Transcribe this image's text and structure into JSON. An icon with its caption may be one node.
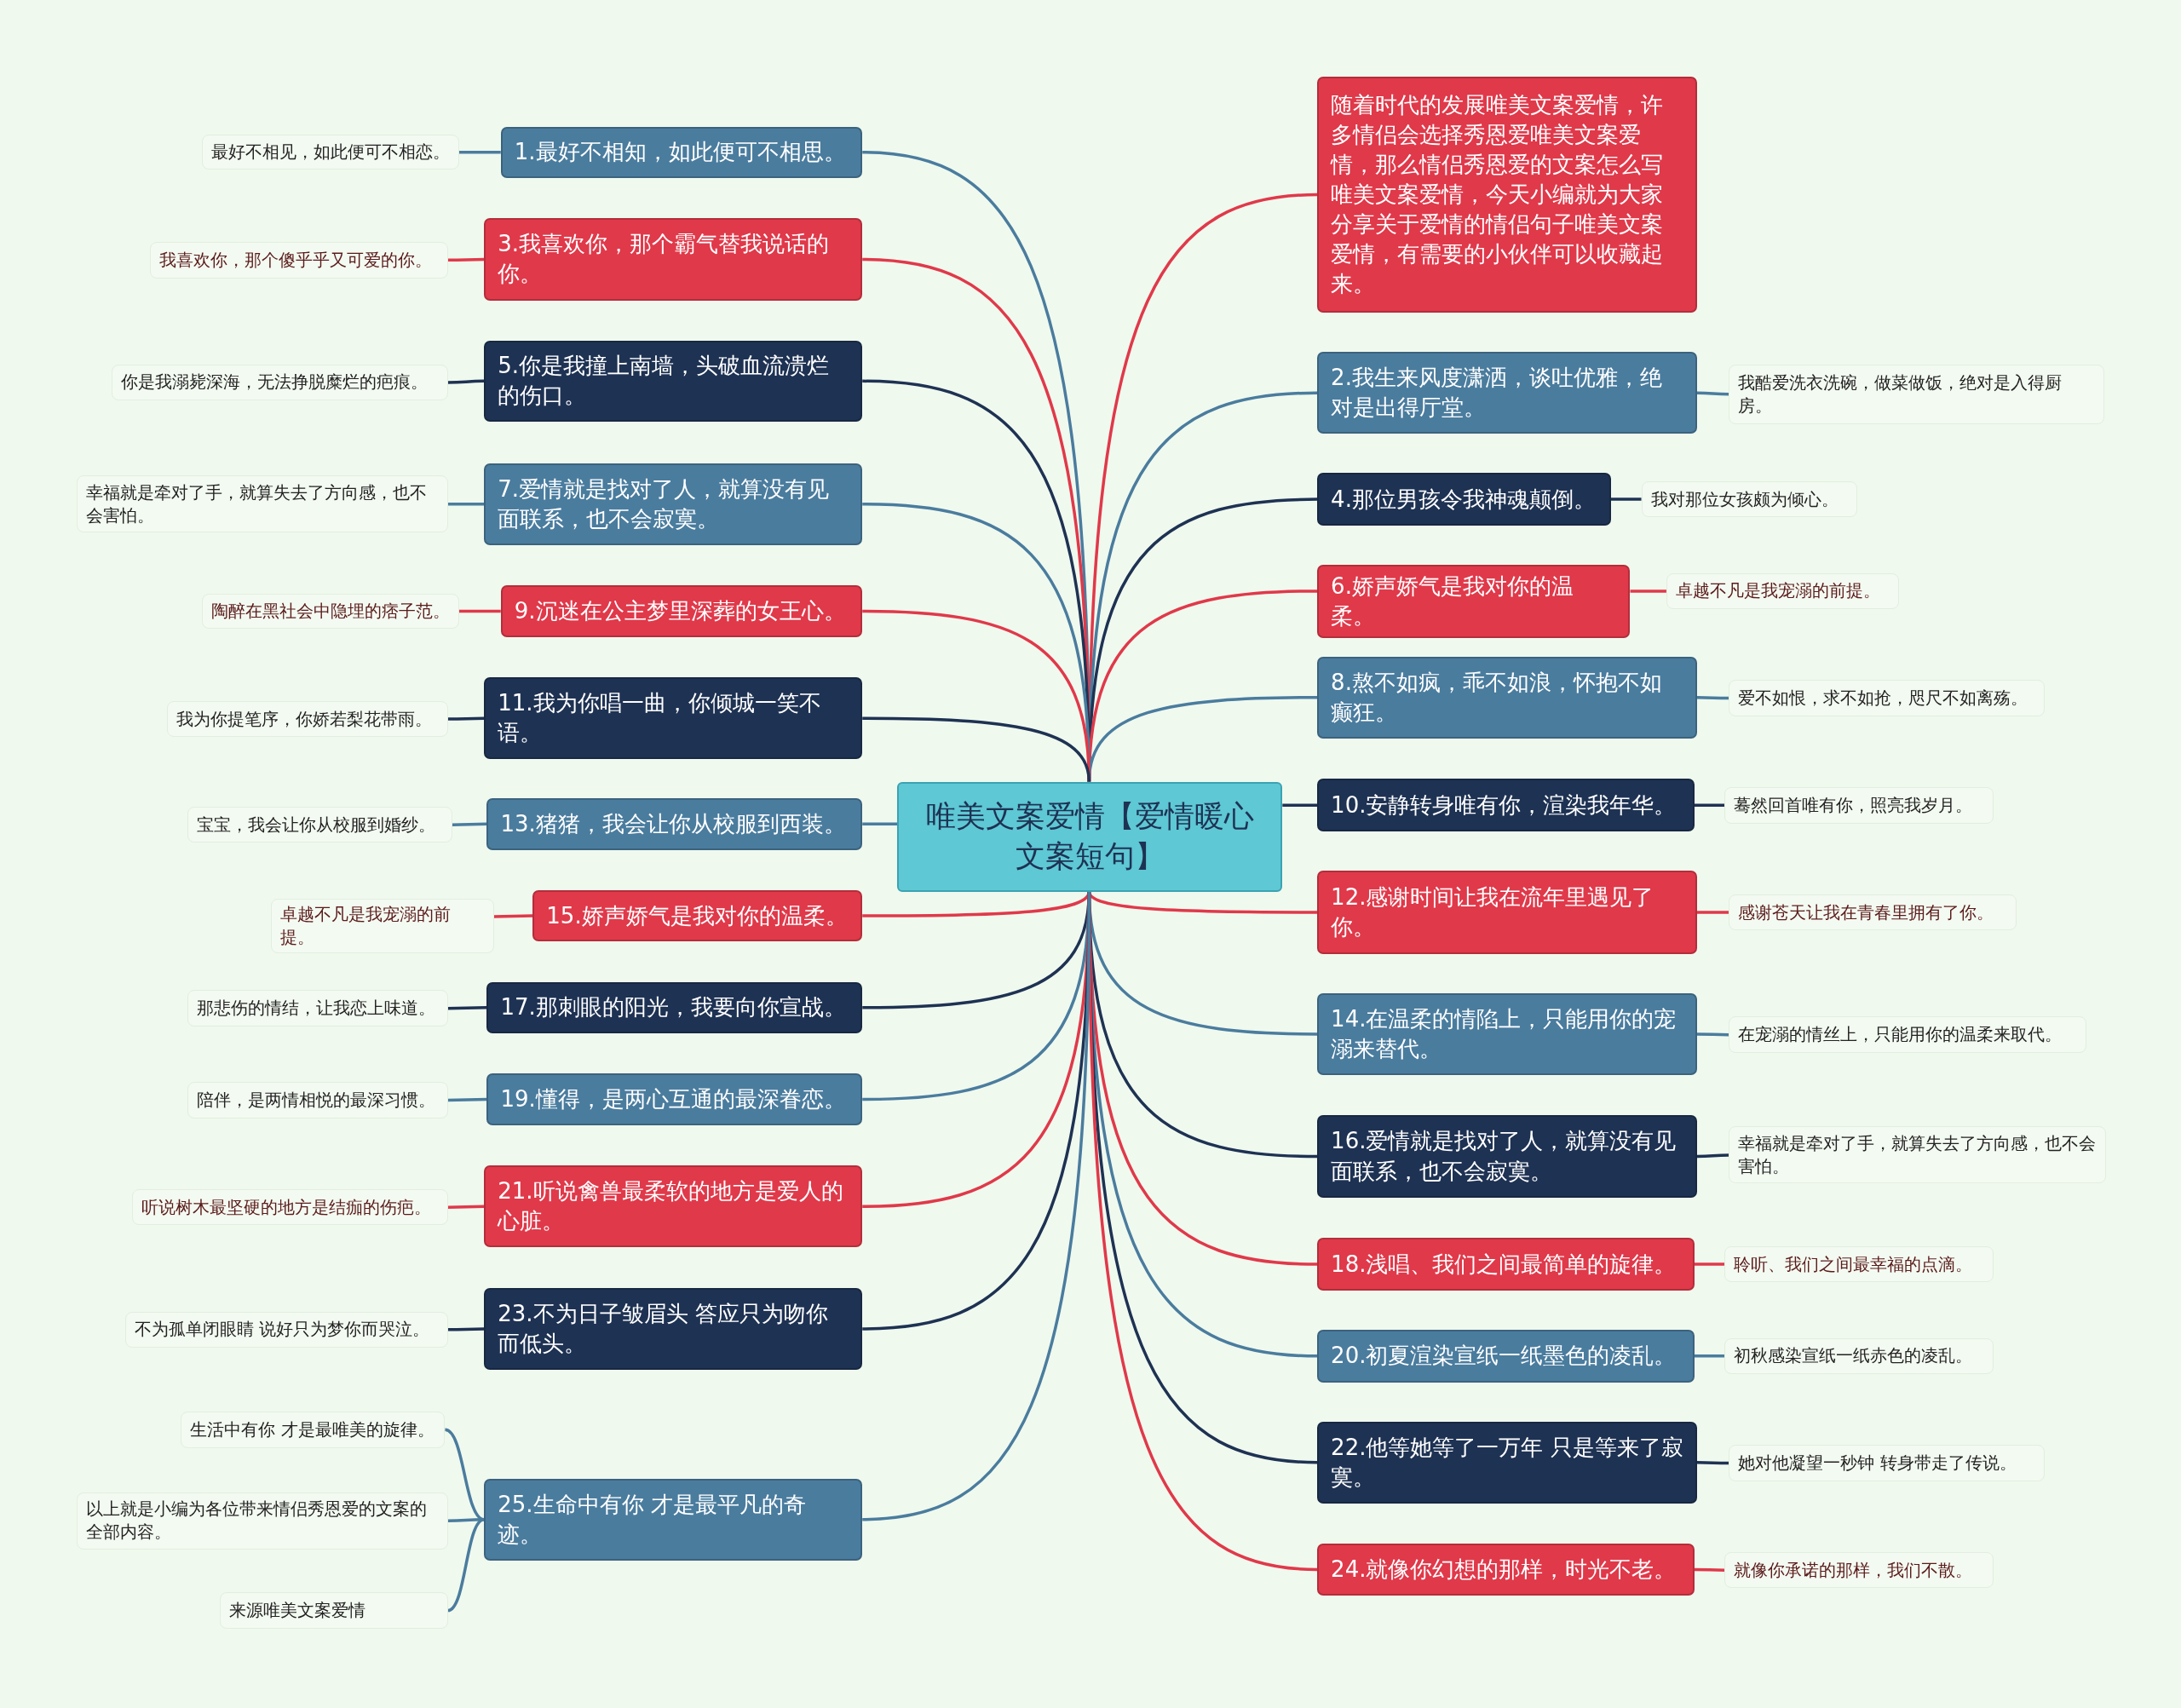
{
  "diagram": {
    "nodes": [
      {
        "text": [
          "唯美文案爱情【爱情暖心文案短句】"
        ]
      },
      {
        "text": [
          "随着时代的发展唯美文案爱情，许多情侣会选择秀恩爱唯美文案爱情，那么情侣秀恩爱的文案怎么写唯美文案爱情，今天小编就为大家分享关于爱情的情侣句子唯美文案爱情，有需要的小伙伴可以收藏起来。"
        ]
      },
      {
        "text": [
          "1.最好不相知，如此便可不相思。"
        ]
      },
      {
        "text": [
          "最好不相见，如此便可不相恋。"
        ]
      },
      {
        "text": [
          "2.我生来风度潇洒，谈吐优雅，绝对是出得厅堂。"
        ]
      },
      {
        "text": [
          "我酷爱洗衣洗碗，做菜做饭，绝对是入得厨房。"
        ]
      },
      {
        "text": [
          "3.我喜欢你，那个霸气替我说话的你。"
        ]
      },
      {
        "text": [
          "我喜欢你，那个傻乎乎又可爱的你。"
        ]
      },
      {
        "text": [
          "4.那位男孩令我神魂颠倒。"
        ]
      },
      {
        "text": [
          "我对那位女孩颇为倾心。"
        ]
      },
      {
        "text": [
          "5.你是我撞上南墙，头破血流溃烂的伤口。"
        ]
      },
      {
        "text": [
          "你是我溺毙深海，无法挣脱糜烂的疤痕。"
        ]
      },
      {
        "text": [
          "6.娇声娇气是我对你的温柔。"
        ]
      },
      {
        "text": [
          "卓越不凡是我宠溺的前提。"
        ]
      },
      {
        "text": [
          "7.爱情就是找对了人，就算没有见面联系，也不会寂寞。"
        ]
      },
      {
        "text": [
          "幸福就是牵对了手，就算失去了方向感，也不会害怕。"
        ]
      },
      {
        "text": [
          "8.熬不如疯，乖不如浪，怀抱不如癫狂。"
        ]
      },
      {
        "text": [
          "爱不如恨，求不如抢，咫尺不如离殇。"
        ]
      },
      {
        "text": [
          "9.沉迷在公主梦里深葬的女王心。"
        ]
      },
      {
        "text": [
          "陶醉在黑社会中隐埋的痞子范。"
        ]
      },
      {
        "text": [
          "10.安静转身唯有你，渲染我年华。"
        ]
      },
      {
        "text": [
          "蓦然回首唯有你，照亮我岁月。"
        ]
      },
      {
        "text": [
          "11.我为你唱一曲，你倾城一笑不语。"
        ]
      },
      {
        "text": [
          "我为你提笔序，你娇若梨花带雨。"
        ]
      },
      {
        "text": [
          "12.感谢时间让我在流年里遇见了你。"
        ]
      },
      {
        "text": [
          "感谢苍天让我在青春里拥有了你。"
        ]
      },
      {
        "text": [
          "13.猪猪，我会让你从校服到西装。"
        ]
      },
      {
        "text": [
          "宝宝，我会让你从校服到婚纱。"
        ]
      },
      {
        "text": [
          "14.在温柔的情陷上，只能用你的宠溺来替代。"
        ]
      },
      {
        "text": [
          "在宠溺的情丝上，只能用你的温柔来取代。"
        ]
      },
      {
        "text": [
          "15.娇声娇气是我对你的温柔。"
        ]
      },
      {
        "text": [
          "卓越不凡是我宠溺的前提。"
        ]
      },
      {
        "text": [
          "16.爱情就是找对了人，就算没有见面联系，也不会寂寞。"
        ]
      },
      {
        "text": [
          "幸福就是牵对了手，就算失去了方向感，也不会害怕。"
        ]
      },
      {
        "text": [
          "17.那刺眼的阳光，我要向你宣战。"
        ]
      },
      {
        "text": [
          "那悲伤的情结，让我恋上味道。"
        ]
      },
      {
        "text": [
          "18.浅唱、我们之间最简单的旋律。"
        ]
      },
      {
        "text": [
          "聆听、我们之间最幸福的点滴。"
        ]
      },
      {
        "text": [
          "19.懂得，是两心互通的最深眷恋。"
        ]
      },
      {
        "text": [
          "陪伴，是两情相悦的最深习惯。"
        ]
      },
      {
        "text": [
          "20.初夏渲染宣纸一纸墨色的凌乱。"
        ]
      },
      {
        "text": [
          "初秋感染宣纸一纸赤色的凌乱。"
        ]
      },
      {
        "text": [
          "21.听说禽兽最柔软的地方是爱人的心脏。"
        ]
      },
      {
        "text": [
          "听说树木最坚硬的地方是结痂的伤疤。"
        ]
      },
      {
        "text": [
          "22.他等她等了一万年 只是等来了寂寞。"
        ]
      },
      {
        "text": [
          "她对他凝望一秒钟 转身带走了传说。"
        ]
      },
      {
        "text": [
          "23.不为日子皱眉头 答应只为吻你而低头。"
        ]
      },
      {
        "text": [
          "不为孤单闭眼睛 说好只为梦你而哭泣。"
        ]
      },
      {
        "text": [
          "24.就像你幻想的那样，时光不老。"
        ]
      },
      {
        "text": [
          "就像你承诺的那样，我们不散。"
        ]
      },
      {
        "text": [
          "25.生命中有你 才是最平凡的奇迹。"
        ]
      },
      {
        "text": [
          "生活中有你 才是最唯美的旋律。"
        ]
      },
      {
        "text": [
          "以上就是小编为各位带来情侣秀恩爱的文案的全部内容。"
        ]
      },
      {
        "text": [
          "来源唯美文案爱情"
        ]
      }
    ],
    "edges": [
      {
        "from": 0,
        "to": 1,
        "arrow": "none",
        "color": "#e0394a"
      },
      {
        "from": 0,
        "to": 2,
        "arrow": "none",
        "color": "#4a7c9e"
      },
      {
        "from": 2,
        "to": 3,
        "arrow": "none",
        "color": "#4a7c9e"
      },
      {
        "from": 0,
        "to": 4,
        "arrow": "none",
        "color": "#4a7c9e"
      },
      {
        "from": 4,
        "to": 5,
        "arrow": "none",
        "color": "#4a7c9e"
      },
      {
        "from": 0,
        "to": 6,
        "arrow": "none",
        "color": "#e0394a"
      },
      {
        "from": 6,
        "to": 7,
        "arrow": "none",
        "color": "#e0394a"
      },
      {
        "from": 0,
        "to": 8,
        "arrow": "none",
        "color": "#1e3253"
      },
      {
        "from": 8,
        "to": 9,
        "arrow": "none",
        "color": "#1e3253"
      },
      {
        "from": 0,
        "to": 10,
        "arrow": "none",
        "color": "#1e3253"
      },
      {
        "from": 10,
        "to": 11,
        "arrow": "none",
        "color": "#1e3253"
      },
      {
        "from": 0,
        "to": 12,
        "arrow": "none",
        "color": "#e0394a"
      },
      {
        "from": 12,
        "to": 13,
        "arrow": "none",
        "color": "#e0394a"
      },
      {
        "from": 0,
        "to": 14,
        "arrow": "none",
        "color": "#4a7c9e"
      },
      {
        "from": 14,
        "to": 15,
        "arrow": "none",
        "color": "#4a7c9e"
      },
      {
        "from": 0,
        "to": 16,
        "arrow": "none",
        "color": "#4a7c9e"
      },
      {
        "from": 16,
        "to": 17,
        "arrow": "none",
        "color": "#4a7c9e"
      },
      {
        "from": 0,
        "to": 18,
        "arrow": "none",
        "color": "#e0394a"
      },
      {
        "from": 18,
        "to": 19,
        "arrow": "none",
        "color": "#e0394a"
      },
      {
        "from": 0,
        "to": 20,
        "arrow": "none",
        "color": "#1e3253"
      },
      {
        "from": 20,
        "to": 21,
        "arrow": "none",
        "color": "#1e3253"
      },
      {
        "from": 0,
        "to": 22,
        "arrow": "none",
        "color": "#1e3253"
      },
      {
        "from": 22,
        "to": 23,
        "arrow": "none",
        "color": "#1e3253"
      },
      {
        "from": 0,
        "to": 24,
        "arrow": "none",
        "color": "#e0394a"
      },
      {
        "from": 24,
        "to": 25,
        "arrow": "none",
        "color": "#e0394a"
      },
      {
        "from": 0,
        "to": 26,
        "arrow": "none",
        "color": "#4a7c9e"
      },
      {
        "from": 26,
        "to": 27,
        "arrow": "none",
        "color": "#4a7c9e"
      },
      {
        "from": 0,
        "to": 28,
        "arrow": "none",
        "color": "#4a7c9e"
      },
      {
        "from": 28,
        "to": 29,
        "arrow": "none",
        "color": "#4a7c9e"
      },
      {
        "from": 0,
        "to": 30,
        "arrow": "none",
        "color": "#e0394a"
      },
      {
        "from": 30,
        "to": 31,
        "arrow": "none",
        "color": "#e0394a"
      },
      {
        "from": 0,
        "to": 32,
        "arrow": "none",
        "color": "#1e3253"
      },
      {
        "from": 32,
        "to": 33,
        "arrow": "none",
        "color": "#1e3253"
      },
      {
        "from": 0,
        "to": 34,
        "arrow": "none",
        "color": "#1e3253"
      },
      {
        "from": 34,
        "to": 35,
        "arrow": "none",
        "color": "#1e3253"
      },
      {
        "from": 0,
        "to": 36,
        "arrow": "none",
        "color": "#e0394a"
      },
      {
        "from": 36,
        "to": 37,
        "arrow": "none",
        "color": "#e0394a"
      },
      {
        "from": 0,
        "to": 38,
        "arrow": "none",
        "color": "#4a7c9e"
      },
      {
        "from": 38,
        "to": 39,
        "arrow": "none",
        "color": "#4a7c9e"
      },
      {
        "from": 0,
        "to": 40,
        "arrow": "none",
        "color": "#4a7c9e"
      },
      {
        "from": 40,
        "to": 41,
        "arrow": "none",
        "color": "#4a7c9e"
      },
      {
        "from": 0,
        "to": 42,
        "arrow": "none",
        "color": "#e0394a"
      },
      {
        "from": 42,
        "to": 43,
        "arrow": "none",
        "color": "#e0394a"
      },
      {
        "from": 0,
        "to": 44,
        "arrow": "none",
        "color": "#1e3253"
      },
      {
        "from": 44,
        "to": 45,
        "arrow": "none",
        "color": "#1e3253"
      },
      {
        "from": 0,
        "to": 46,
        "arrow": "none",
        "color": "#1e3253"
      },
      {
        "from": 46,
        "to": 47,
        "arrow": "none",
        "color": "#1e3253"
      },
      {
        "from": 0,
        "to": 48,
        "arrow": "none",
        "color": "#e0394a"
      },
      {
        "from": 48,
        "to": 49,
        "arrow": "none",
        "color": "#e0394a"
      },
      {
        "from": 0,
        "to": 50,
        "arrow": "none",
        "color": "#4a7c9e"
      },
      {
        "from": 50,
        "to": 51,
        "arrow": "none",
        "color": "#4a7c9e"
      },
      {
        "from": 50,
        "to": 52,
        "arrow": "none",
        "color": "#4a7c9e"
      },
      {
        "from": 50,
        "to": 53,
        "arrow": "none",
        "color": "#4a7c9e"
      }
    ]
  }
}
